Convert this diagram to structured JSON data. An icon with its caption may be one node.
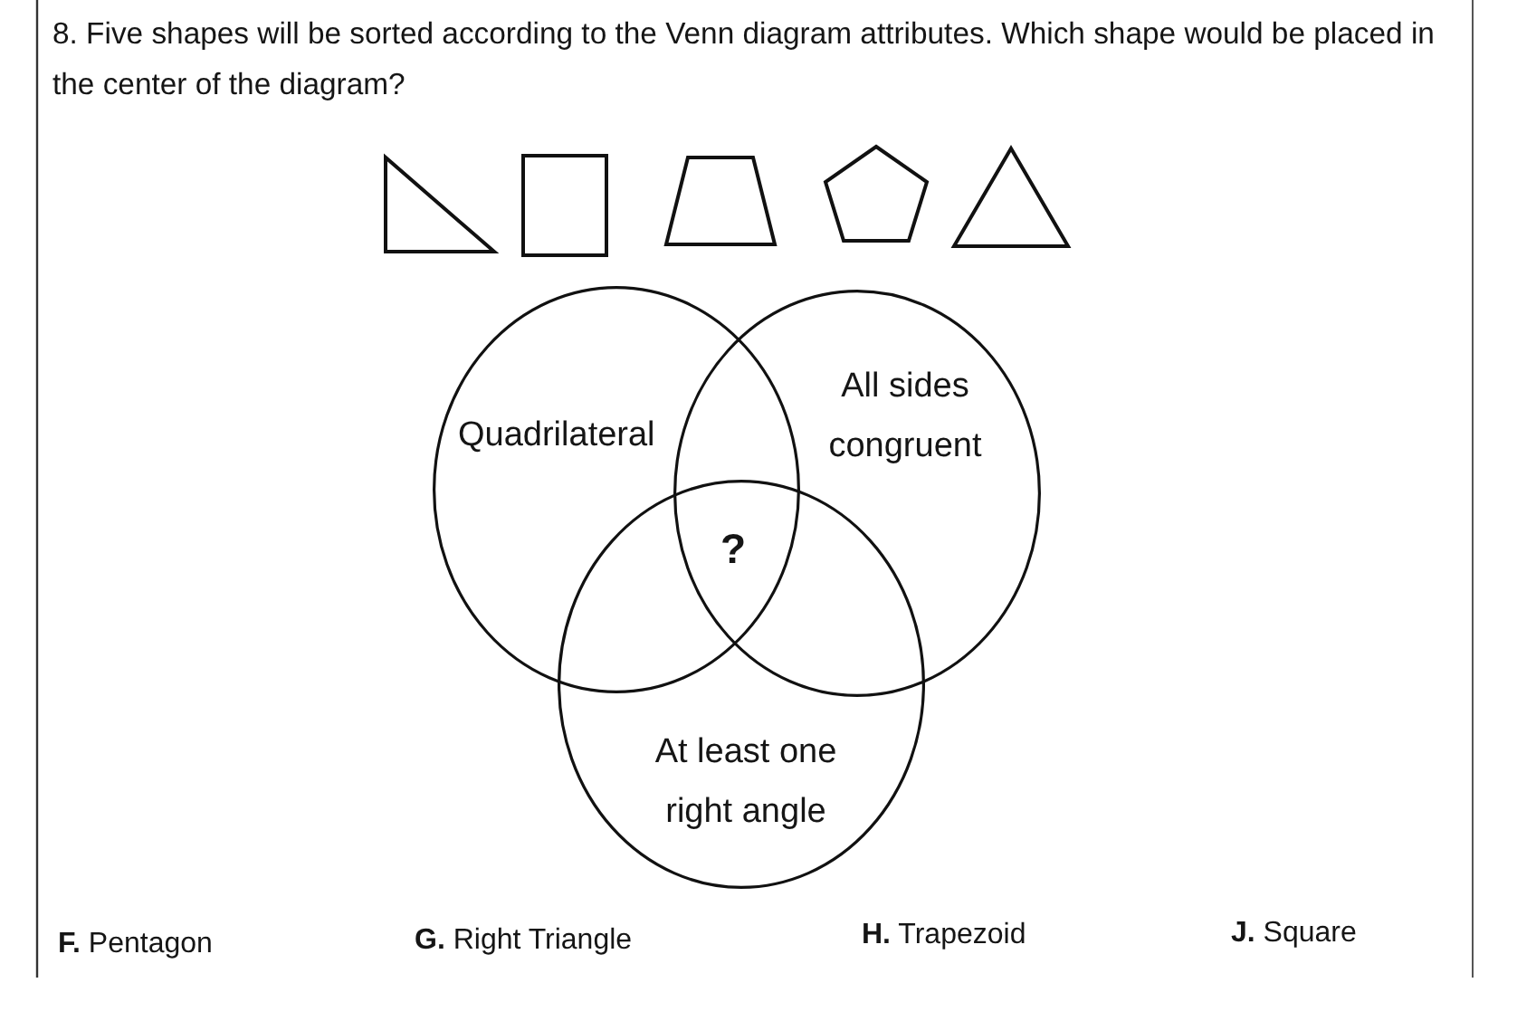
{
  "diagram": {
    "nodes": [
      {
        "text": [],
        "shape": "triangle"
      },
      {
        "text": [],
        "shape": "square"
      },
      {
        "text": [],
        "shape": "trapezoid"
      },
      {
        "text": [],
        "shape": "pentagon"
      },
      {
        "text": [],
        "shape": "triangle"
      },
      {
        "text": [
          "Quadrilateral"
        ]
      },
      {
        "text": [
          "All sides congruent"
        ]
      },
      {
        "text": [
          "At least one right angle"
        ]
      }
    ],
    "labels": [
      "8. Five shapes will be sorted according to the Venn diagram attributes. Which shape would be placed in the center of the diagram?",
      "?",
      "**F.** Pentagon",
      "**G.** Right Triangle",
      "**H.** Trapezoid",
      "**J.** Square"
    ]
  }
}
